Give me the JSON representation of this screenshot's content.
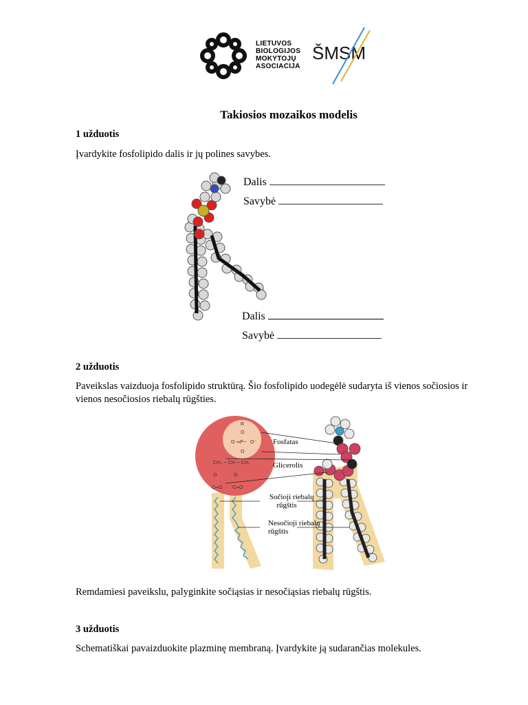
{
  "header": {
    "assoc_lines": [
      "LIETUVOS",
      "BIOLOGIJOS",
      "MOKYTOJŲ",
      "ASOCIACIJA"
    ],
    "smsm": "ŠMSM"
  },
  "doc_title": "Takiosios mozaikos modelis",
  "task1": {
    "heading": "1 užduotis",
    "text": "Įvardykite fosfolipido dalis ir jų polines savybes.",
    "label_dalis": "Dalis",
    "label_savybe": "Savybė"
  },
  "task2": {
    "heading": "2 užduotis",
    "text_line1": "Paveikslas vaizduoja fosfolipido struktūrą. Šio fosfolipido uodegėlė sudaryta iš vienos sočiosios ir",
    "text_line2": "vienos nesočiosios riebalų rūgšties.",
    "fig": {
      "fosfatas": "Fosfatas",
      "glicerolis": "Glicerolis",
      "socioji_1": "Sočioji riebalų",
      "socioji_2": "rūgštis",
      "nesocioji_1": "Nesočioji riebalų",
      "nesocioji_2": "rūgštis"
    },
    "question": "Remdamiesi paveikslu, palyginkite sočiąsias ir nesočiąsias riebalų rūgštis."
  },
  "task3": {
    "heading": "3 užduotis",
    "text": "Schematiškai pavaizduokite plazminę membraną. Įvardykite ją sudarančias molekules."
  },
  "colors": {
    "sphere_red": "#e06060",
    "sphere_inner": "#f5cbb0",
    "tail_yellow": "#f3d9a0",
    "wavy_blue": "#4aa0c8",
    "oxygen_red": "#e02020",
    "phosphorus_yellow": "#c8b020",
    "nitrogen_blue": "#3050c0"
  }
}
